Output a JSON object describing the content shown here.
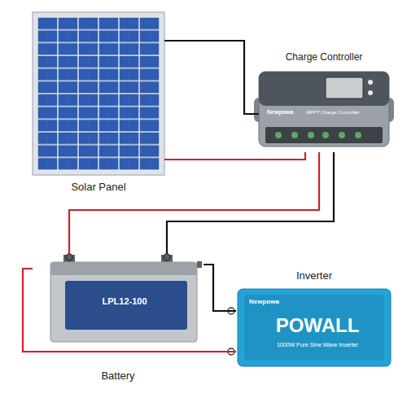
{
  "diagram": {
    "nodes": [
      {
        "text": [
          "Solar Panel"
        ]
      },
      {
        "text": [
          "Charge Controller",
          "Newpowa",
          "MPPT Charge Controller"
        ]
      },
      {
        "text": [
          "Battery",
          "LPL12-100"
        ]
      },
      {
        "text": [
          "Inverter",
          "Newpowa",
          "POWALL",
          "1000W Pure Sine Wave Inverter"
        ]
      }
    ],
    "edges": [
      {
        "from": 0,
        "to": 1,
        "arrow": "none"
      },
      {
        "from": 0,
        "to": 1,
        "arrow": "none"
      },
      {
        "from": 1,
        "to": 2,
        "arrow": "none"
      },
      {
        "from": 1,
        "to": 2,
        "arrow": "none"
      },
      {
        "from": 2,
        "to": 3,
        "arrow": "none"
      },
      {
        "from": 2,
        "to": 3,
        "arrow": "none"
      }
    ]
  }
}
